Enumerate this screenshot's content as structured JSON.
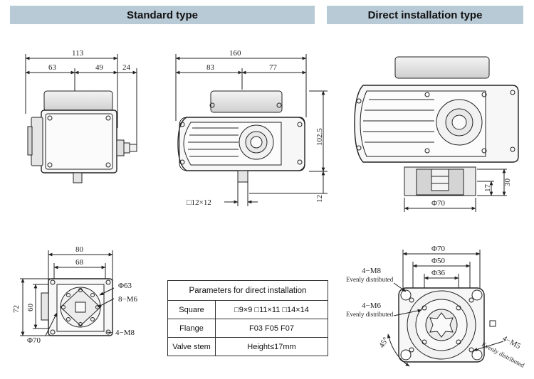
{
  "headers": {
    "standard": "Standard type",
    "direct": "Direct installation type"
  },
  "standard_front": {
    "dim_total": "113",
    "dim_left": "63",
    "dim_right": "49",
    "dim_gland": "24"
  },
  "standard_side": {
    "dim_total": "160",
    "dim_left": "83",
    "dim_right": "77",
    "dim_height": "102.5",
    "dim_shaft": "12",
    "square": "□12×12"
  },
  "standard_bottom": {
    "dim_80": "80",
    "dim_68": "68",
    "dim_72": "72",
    "dim_60": "60",
    "phi63": "Φ63",
    "m6": "8−M6",
    "phi70": "Φ70",
    "m8": "4−M8"
  },
  "direct_side": {
    "dim_17": "17",
    "dim_30": "30",
    "phi70": "Φ70"
  },
  "direct_flange": {
    "phi70": "Φ70",
    "phi50": "Φ50",
    "phi36": "Φ36",
    "m8": "4−M8",
    "m8_note": "Evenly distributed",
    "m6": "4−M6",
    "m6_note": "Evenly distributed",
    "m5": "4−M5",
    "m5_note": "Evenly distributed",
    "angle": "45°"
  },
  "parameters": {
    "title": "Parameters for direct installation",
    "rows": [
      {
        "label": "Square",
        "value": "□9×9  □11×11  □14×14"
      },
      {
        "label": "Flange",
        "value": "F03   F05   F07"
      },
      {
        "label": "Valve stem",
        "value": "Height≤17mm"
      }
    ]
  }
}
